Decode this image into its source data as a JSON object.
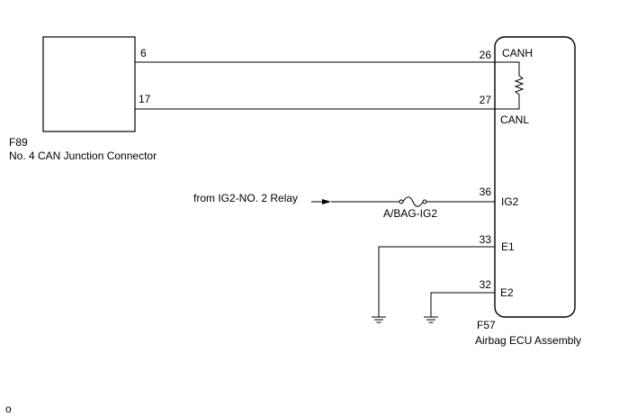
{
  "connector_f89": {
    "code": "F89",
    "name": "No. 4 CAN Junction Connector",
    "pin_canh": "6",
    "pin_canl": "17"
  },
  "ecu_f57": {
    "code": "F57",
    "name": "Airbag ECU Assembly",
    "pin_canh": "26",
    "label_canh": "CANH",
    "pin_canl": "27",
    "label_canl": "CANL",
    "pin_ig2": "36",
    "label_ig2": "IG2",
    "pin_e1": "33",
    "label_e1": "E1",
    "pin_e2": "32",
    "label_e2": "E2"
  },
  "power": {
    "source": "from IG2-NO. 2 Relay",
    "fuse": "A/BAG-IG2"
  },
  "footer": {
    "mark": "o"
  }
}
